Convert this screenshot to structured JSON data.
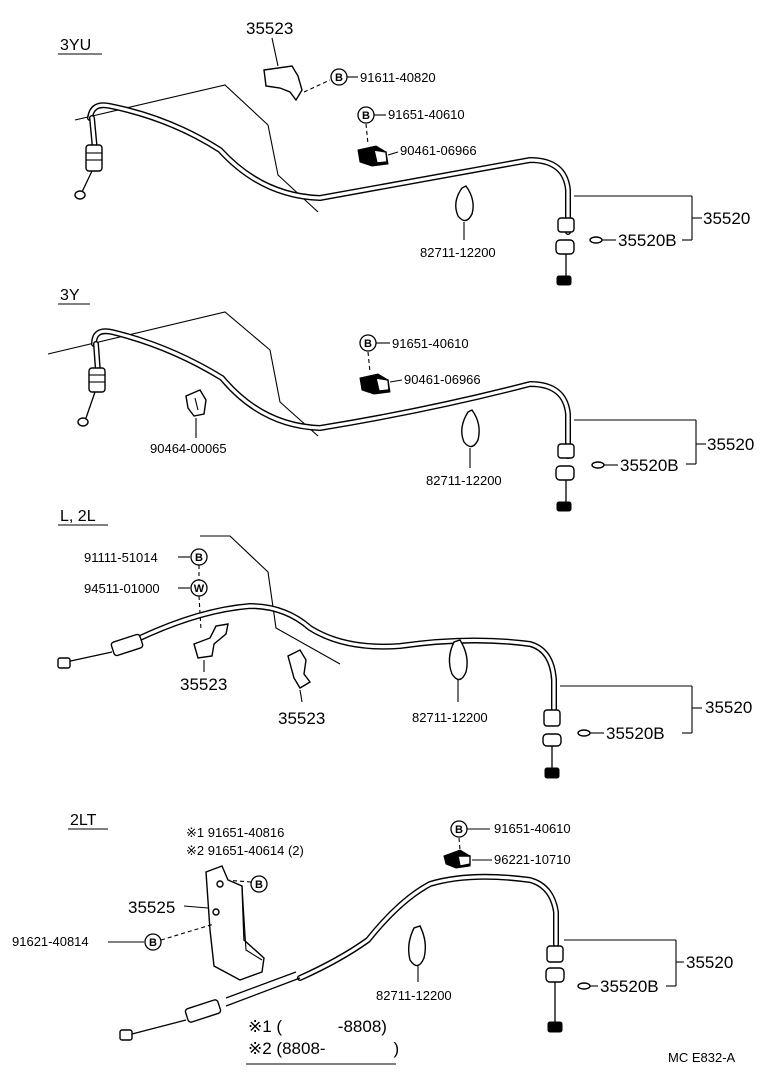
{
  "sections": [
    {
      "label": "3YU",
      "parts": {
        "bracket_35523": "35523",
        "bolt_91611": "91611-40820",
        "bolt_91651": "91651-40610",
        "clamp_90461": "90461-06966",
        "clamp_82711": "82711-12200",
        "cable_35520": "35520",
        "cable_35520B": "35520B"
      },
      "symbols": {
        "bolt_b1": "B",
        "bolt_b2": "B"
      }
    },
    {
      "label": "3Y",
      "parts": {
        "bolt_91651": "91651-40610",
        "clamp_90461": "90461-06966",
        "clip_90464": "90464-00065",
        "clamp_82711": "82711-12200",
        "cable_35520": "35520",
        "cable_35520B": "35520B"
      },
      "symbols": {
        "bolt_b": "B"
      }
    },
    {
      "label": "L, 2L",
      "parts": {
        "bolt_91111": "91111-51014",
        "washer_94511": "94511-01000",
        "bracket_35523_a": "35523",
        "bracket_35523_b": "35523",
        "clamp_82711": "82711-12200",
        "cable_35520": "35520",
        "cable_35520B": "35520B"
      },
      "symbols": {
        "bolt_b": "B",
        "washer_w": "W"
      }
    },
    {
      "label": "2LT",
      "parts": {
        "bolt_note1": "※1 91651-40816",
        "bolt_note2": "※2 91651-40614 (2)",
        "bracket_35525": "35525",
        "bolt_91621": "91621-40814",
        "bolt_91651": "91651-40610",
        "clamp_96221": "96221-10710",
        "clamp_82711": "82711-12200",
        "cable_35520": "35520",
        "cable_35520B": "35520B"
      },
      "symbols": {
        "bolt_b1": "B",
        "bolt_b2": "B",
        "bolt_b3": "B"
      }
    }
  ],
  "legend": {
    "note1": "※1 (　　　 -8808)",
    "note2": "※2 (8808-　　　　)"
  },
  "footer_code": "MC  E832-A"
}
